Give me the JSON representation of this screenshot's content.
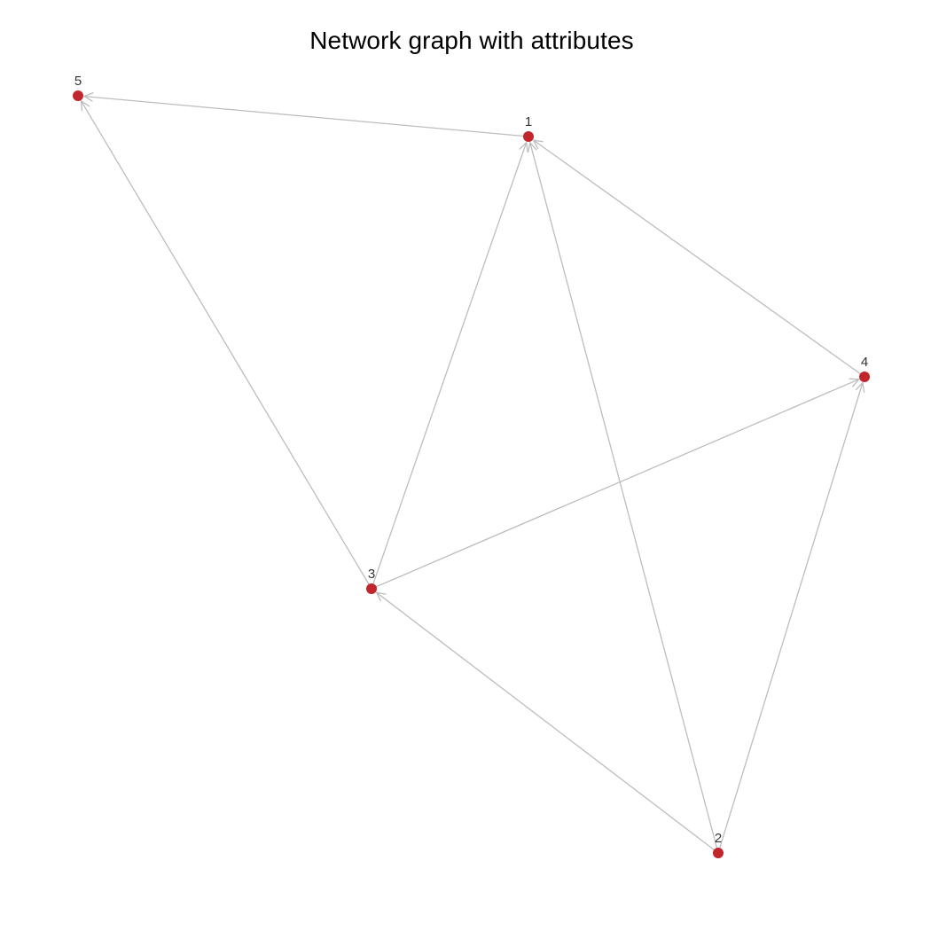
{
  "title": "Network graph with attributes",
  "style": {
    "node_color": "#c0262b",
    "edge_color": "#bdbdbd",
    "label_color": "#333333"
  },
  "nodes": [
    {
      "id": "1",
      "label": "1"
    },
    {
      "id": "2",
      "label": "2"
    },
    {
      "id": "3",
      "label": "3"
    },
    {
      "id": "4",
      "label": "4"
    },
    {
      "id": "5",
      "label": "5"
    }
  ],
  "edges": [
    {
      "source": "1",
      "target": "5"
    },
    {
      "source": "3",
      "target": "5"
    },
    {
      "source": "3",
      "target": "1"
    },
    {
      "source": "2",
      "target": "1"
    },
    {
      "source": "4",
      "target": "1"
    },
    {
      "source": "3",
      "target": "4"
    },
    {
      "source": "2",
      "target": "4"
    },
    {
      "source": "2",
      "target": "3"
    }
  ]
}
